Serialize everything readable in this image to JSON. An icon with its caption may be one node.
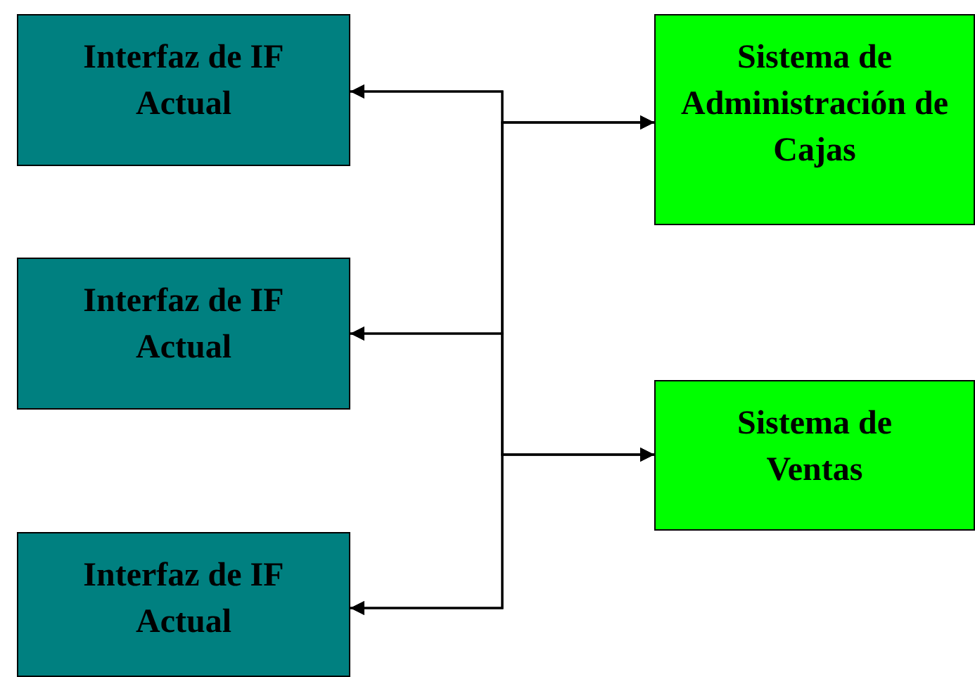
{
  "diagram": {
    "nodes": [
      {
        "text": [
          "Interfaz de IF Actual"
        ]
      },
      {
        "text": [
          "Interfaz de IF Actual"
        ]
      },
      {
        "text": [
          "Interfaz de IF Actual"
        ]
      },
      {
        "text": [
          "Sistema de Administración de Cajas"
        ]
      },
      {
        "text": [
          "Sistema de Ventas"
        ]
      }
    ],
    "edges": [
      {
        "from": 3,
        "to": 0,
        "arrow": "both"
      },
      {
        "from": 3,
        "to": 1,
        "arrow": "both"
      },
      {
        "from": 3,
        "to": 2,
        "arrow": "both"
      },
      {
        "from": 4,
        "to": 0,
        "arrow": "both"
      },
      {
        "from": 4,
        "to": 1,
        "arrow": "both"
      },
      {
        "from": 4,
        "to": 2,
        "arrow": "both"
      }
    ]
  }
}
